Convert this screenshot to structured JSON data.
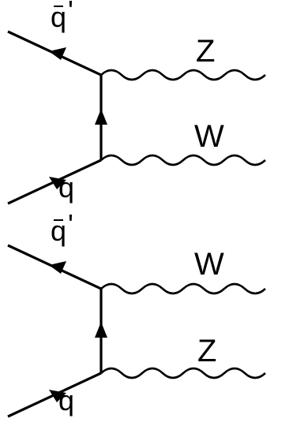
{
  "diagrams": [
    {
      "antiquark_label": "q̄'",
      "antiquark_base": "q",
      "antiquark_prime": "'",
      "quark_label": "q",
      "upper_boson_label": "Z",
      "lower_boson_label": "W"
    },
    {
      "antiquark_label": "q̄'",
      "antiquark_base": "q",
      "antiquark_prime": "'",
      "quark_label": "q",
      "upper_boson_label": "W",
      "lower_boson_label": "Z"
    }
  ],
  "colors": {
    "line": "#000000",
    "background": "#ffffff"
  }
}
